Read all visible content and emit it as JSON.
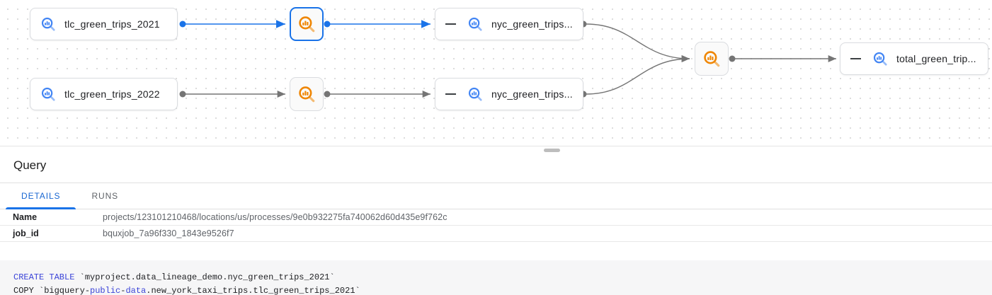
{
  "lineage_graph": {
    "colors": {
      "selected_edge": "#1a73e8",
      "edge": "#757575",
      "table_icon_blue": "#4285f4",
      "process_icon_orange": "#ef8603",
      "node_border": "#dadce0",
      "selected_node_border": "#1a73e8"
    },
    "nodes": [
      {
        "label": "tlc_green_trips_2021",
        "type": "table",
        "icon": "bigquery-table-icon"
      },
      {
        "type": "process",
        "icon": "bigquery-process-icon",
        "selected": true
      },
      {
        "label": "nyc_green_trips...",
        "type": "table",
        "icon": "bigquery-table-icon",
        "has_collapse_control": true
      },
      {
        "label": "tlc_green_trips_2022",
        "type": "table",
        "icon": "bigquery-table-icon"
      },
      {
        "type": "process",
        "icon": "bigquery-process-icon",
        "selected": false
      },
      {
        "label": "nyc_green_trips...",
        "type": "table",
        "icon": "bigquery-table-icon",
        "has_collapse_control": true
      },
      {
        "type": "process",
        "icon": "bigquery-process-icon",
        "selected": false
      },
      {
        "label": "total_green_trip...",
        "type": "table",
        "icon": "bigquery-table-icon",
        "has_collapse_control": true
      }
    ]
  },
  "panel": {
    "title": "Query",
    "tabs": [
      {
        "label": "DETAILS",
        "active": true
      },
      {
        "label": "RUNS",
        "active": false
      }
    ],
    "details": [
      {
        "label": "Name",
        "value": "projects/123101210468/locations/us/processes/9e0b932275fa740062d60d435e9f762c"
      },
      {
        "label": "job_id",
        "value": "bquxjob_7a96f330_1843e9526f7"
      }
    ],
    "code": {
      "keyword_color": "#3b44d8",
      "line1": {
        "kw": "CREATE TABLE",
        "rest": " `myproject.data_lineage_demo.nyc_green_trips_2021`"
      },
      "line2": {
        "pre": "COPY `bigquery-",
        "kw1": "public",
        "dash": "-",
        "kw2": "data",
        "rest": ".new_york_taxi_trips.tlc_green_trips_2021`"
      }
    }
  }
}
